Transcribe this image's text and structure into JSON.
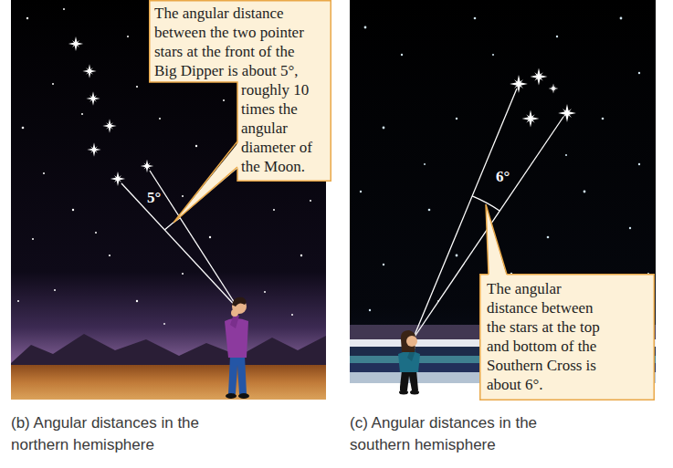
{
  "diagram": {
    "nodes": [
      {
        "text": [
          "The angular distance between the two pointer stars at the front of the Big Dipper is about 5°, roughly 10 times the angular diameter of the Moon."
        ]
      },
      {
        "text": [
          "The angular distance between the stars at the top and bottom of the Southern Cross is about 6°."
        ]
      }
    ],
    "labels": [
      "5°",
      "6°",
      "(b) Angular distances in the northern hemisphere",
      "(c) Angular distances in the southern hemisphere"
    ]
  }
}
